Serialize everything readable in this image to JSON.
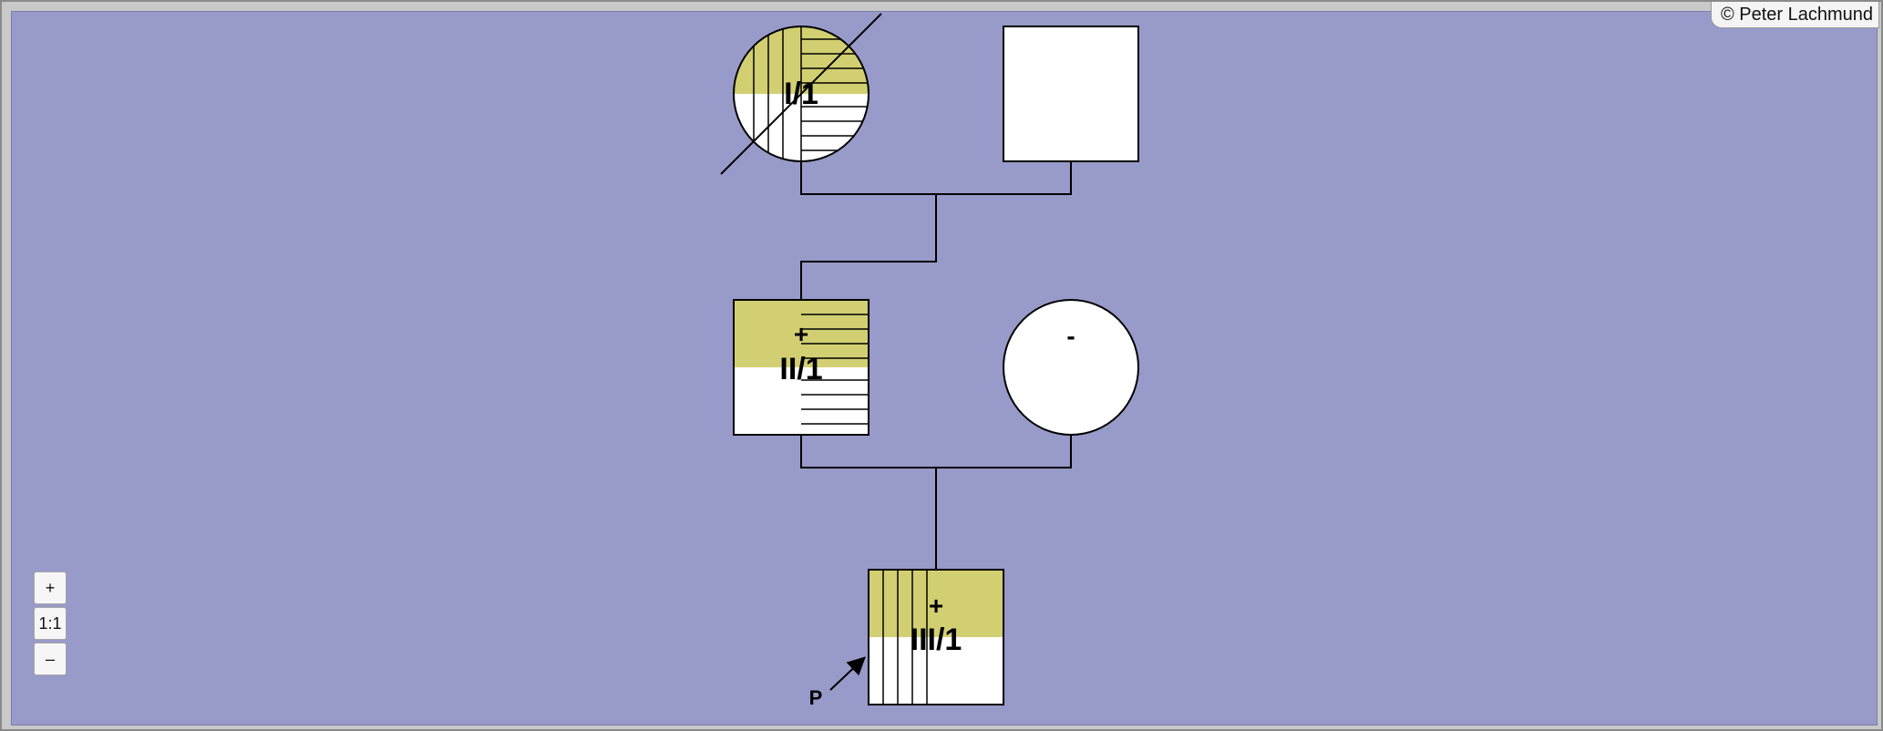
{
  "copyright": "© Peter Lachmund",
  "zoom": {
    "zoom_in": "+",
    "reset": "1:1",
    "zoom_out": "–"
  },
  "colors": {
    "background": "#989ac9",
    "affected_fill": "#d2cf72",
    "symbol_fill": "#ffffff",
    "line": "#000000"
  },
  "individuals": {
    "i1": {
      "id": "I/1",
      "sex": "female",
      "deceased": true,
      "marker": ""
    },
    "i2": {
      "id": "",
      "sex": "male",
      "deceased": false,
      "marker": ""
    },
    "ii1": {
      "id": "II/1",
      "sex": "male",
      "deceased": false,
      "marker": "+"
    },
    "ii2": {
      "id": "",
      "sex": "female",
      "deceased": false,
      "marker": "-"
    },
    "iii1": {
      "id": "III/1",
      "sex": "male",
      "deceased": false,
      "marker": "+",
      "proband": "P"
    }
  }
}
